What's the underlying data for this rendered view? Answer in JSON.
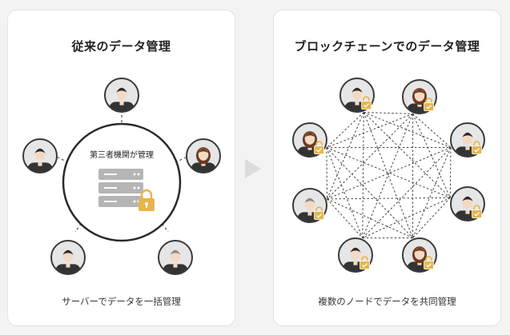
{
  "left": {
    "title": "従来のデータ管理",
    "center_label": "第三者機関が管理",
    "caption": "サーバーでデータを一括管理"
  },
  "right": {
    "title": "ブロックチェーンでのデータ管理",
    "caption": "複数のノードでデータを共同管理"
  },
  "colors": {
    "lock": "#e7b54c",
    "server": "#b5b5b5",
    "avatar_ring": "#3a3a3a",
    "avatar_bg": "#e6e6e6"
  }
}
